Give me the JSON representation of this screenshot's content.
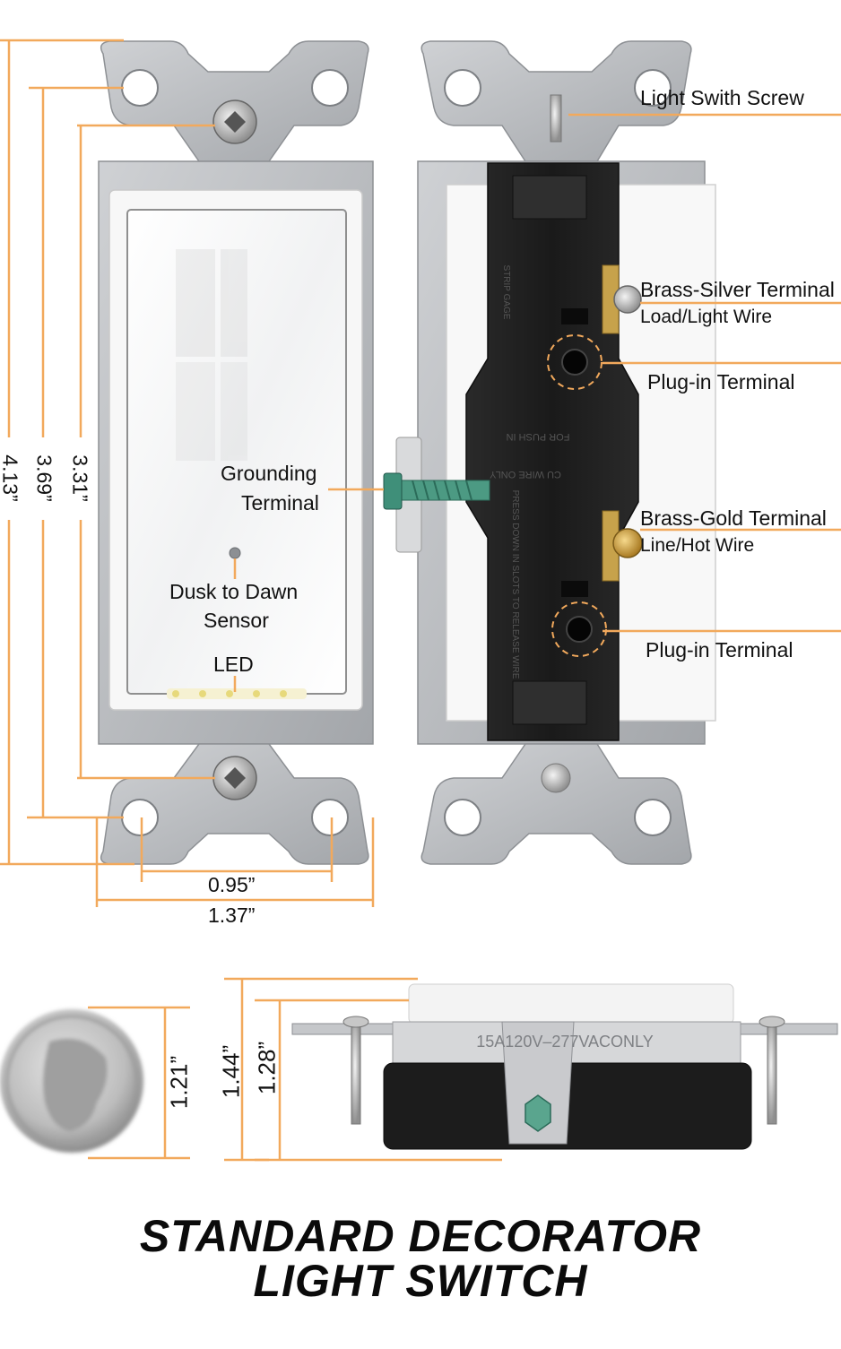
{
  "labels": {
    "light_switch_screw": "Light Swith Screw",
    "brass_silver_terminal": "Brass-Silver Terminal",
    "load_light_wire": "Load/Light Wire",
    "plug_in_terminal_upper": "Plug-in Terminal",
    "brass_gold_terminal": "Brass-Gold Terminal",
    "line_hot_wire": "Line/Hot Wire",
    "plug_in_terminal_lower": "Plug-in Terminal",
    "grounding_line1": "Grounding",
    "grounding_line2": "Terminal",
    "sensor_line1": "Dusk to Dawn",
    "sensor_line2": "Sensor",
    "led": "LED",
    "housing_text": "15A120V–277VACONLY",
    "back_text_1": "FOR PUSH IN",
    "back_text_2": "CU WIRE ONLY",
    "back_text_3": "PRESS DOWN IN SLOTS TO RELEASE WIRE",
    "back_text_4": "STRIP GAGE"
  },
  "dimensions": {
    "height_total": "4.13”",
    "height_mount": "3.69”",
    "height_face": "3.31”",
    "width_face": "0.95”",
    "width_strap": "1.37”",
    "depth_coin": "1.21”",
    "depth_total": "1.44”",
    "depth_body": "1.28”"
  },
  "title": {
    "line1": "STANDARD DECORATOR",
    "line2": "LIGHT SWITCH"
  },
  "colors": {
    "accent": "#f2a95c",
    "strap": "#b9bbbe",
    "body": "#1e1e1e",
    "face": "#fbfbfb",
    "brass_gold": "#d1a24a",
    "ground": "#5aa58e"
  }
}
